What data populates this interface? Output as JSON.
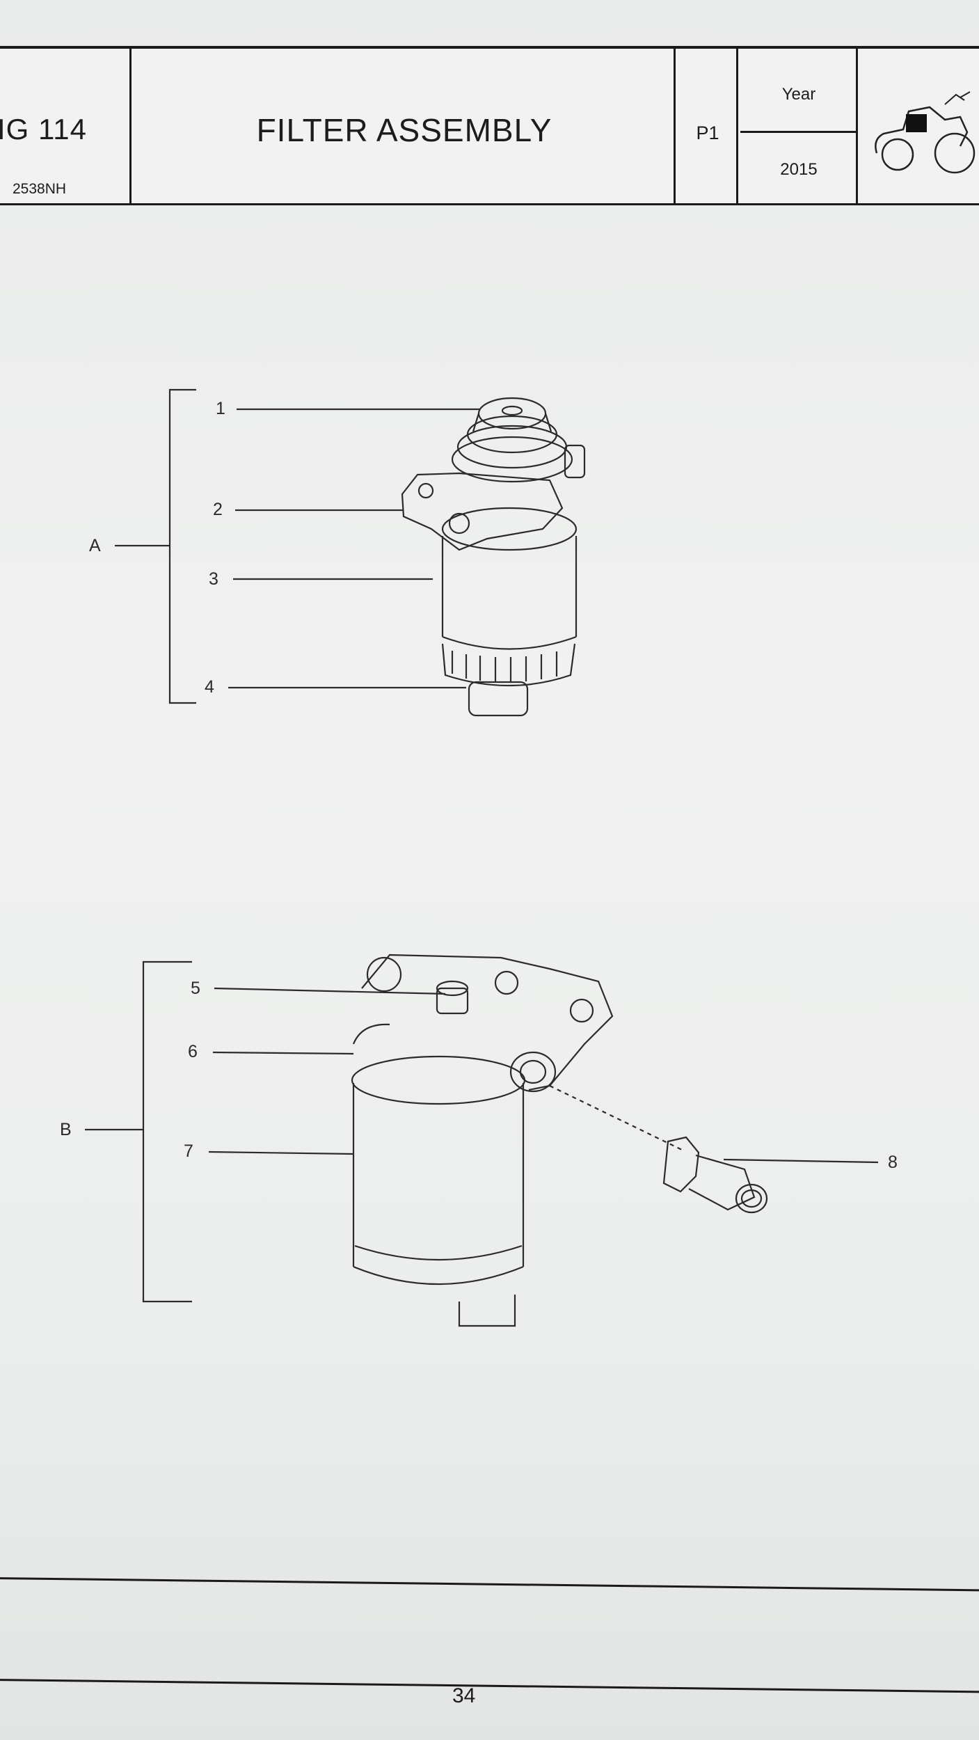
{
  "header": {
    "code": "IG 114",
    "subcode": "2538NH",
    "title": "FILTER ASSEMBLY",
    "page_ref": "P1",
    "year_label": "Year",
    "year_value": "2015"
  },
  "assemblies": [
    {
      "label": "A",
      "callouts": [
        "1",
        "2",
        "3",
        "4"
      ]
    },
    {
      "label": "B",
      "callouts": [
        "5",
        "6",
        "7",
        "8"
      ]
    }
  ],
  "footer": {
    "page_number": "34"
  },
  "icons": {
    "logo": "tractor-logo-icon"
  }
}
